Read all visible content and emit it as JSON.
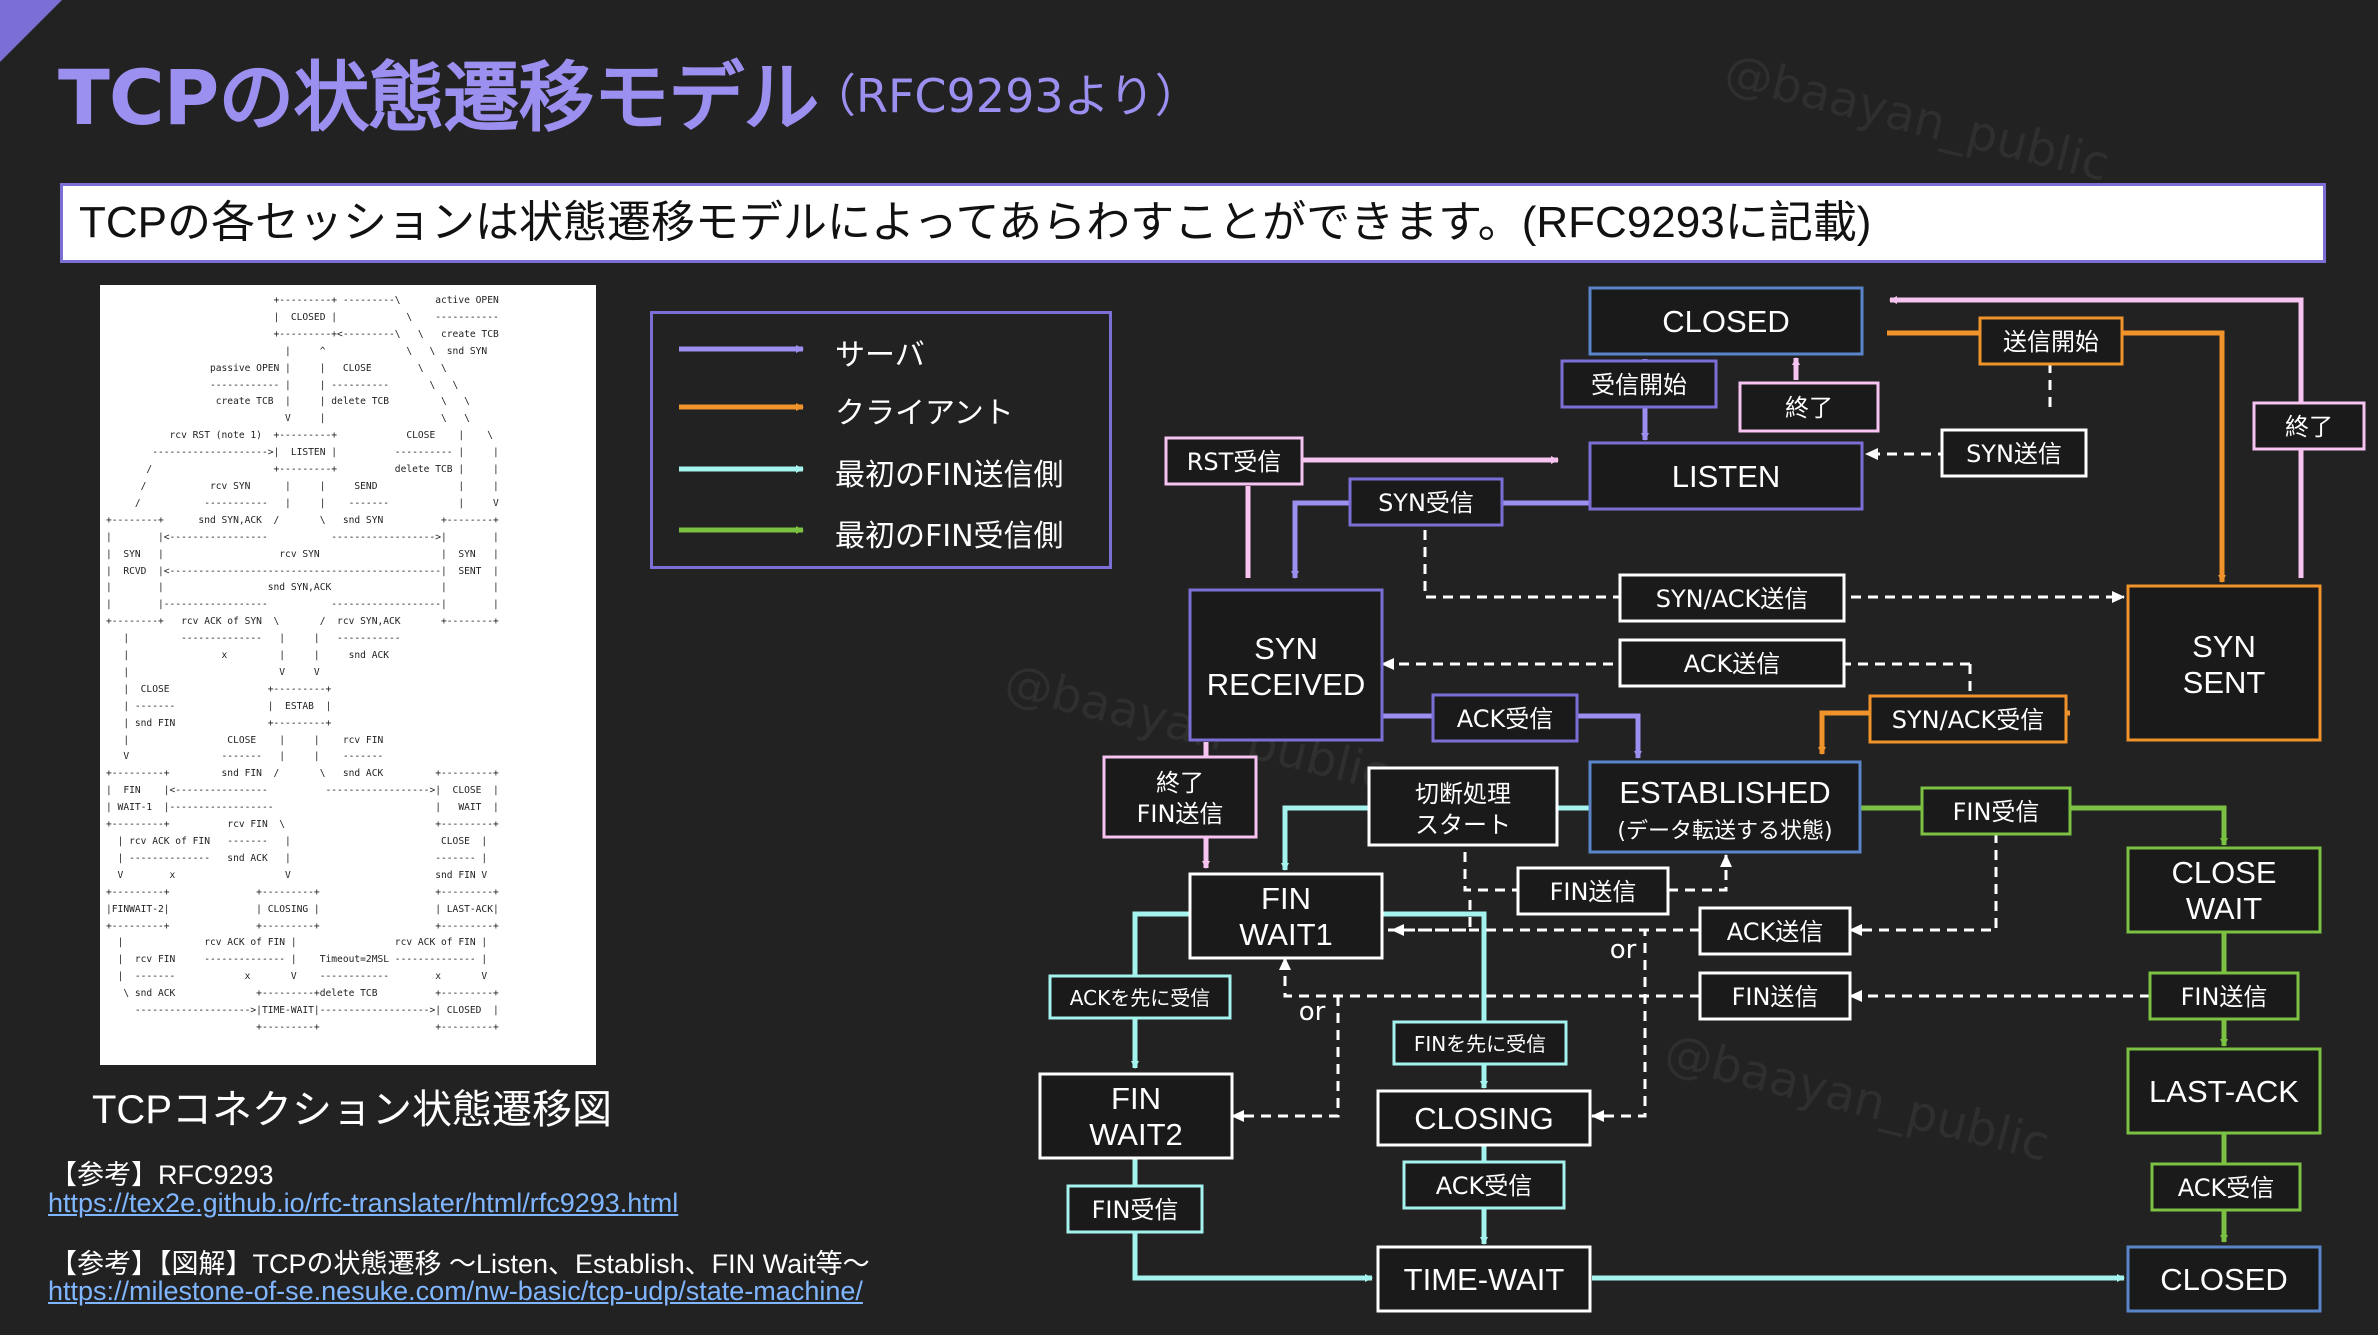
{
  "page": {
    "title": "TCPの状態遷移モデル",
    "subtitle": "（RFC9293より）",
    "banner": "TCPの各セッションは状態遷移モデルによってあらわすことができます。(RFC9293に記載)",
    "watermark": "@baayan_public"
  },
  "left_panel": {
    "rfc_diagram_text": "                             +---------+ ---------\\      active OPEN\n                             |  CLOSED |            \\    -----------\n                             +---------+<---------\\   \\   create TCB\n                               |     ^              \\   \\  snd SYN\n                  passive OPEN |     |   CLOSE        \\   \\\n                  ------------ |     | ----------       \\   \\\n                   create TCB  |     | delete TCB         \\   \\\n                               V     |                    \\   \\\n           rcv RST (note 1)  +---------+            CLOSE    |    \\\n        -------------------->|  LISTEN |          ---------- |     |\n       /                     +---------+          delete TCB |     |\n      /           rcv SYN      |     |     SEND              |     |\n     /           -----------   |     |    -------            |     V\n+--------+      snd SYN,ACK  /       \\   snd SYN          +--------+\n|        |<-----------------           ------------------>|        |\n|  SYN   |                    rcv SYN                     |  SYN   |\n|  RCVD  |<-----------------------------------------------|  SENT  |\n|        |                  snd SYN,ACK                   |        |\n|        |------------------           -------------------|        |\n+--------+   rcv ACK of SYN  \\       /  rcv SYN,ACK       +--------+\n   |         --------------   |     |   -----------\n   |                x         |     |     snd ACK\n   |                          V     V\n   |  CLOSE                 +---------+\n   | -------                |  ESTAB  |\n   | snd FIN                +---------+\n   |                 CLOSE    |     |    rcv FIN\n   V                -------   |     |    -------\n+---------+         snd FIN  /       \\   snd ACK         +---------+\n|  FIN    |<----------------          ------------------>|  CLOSE  |\n| WAIT-1  |------------------                            |   WAIT  |\n+---------+          rcv FIN  \\                          +---------+\n  | rcv ACK of FIN   -------   |                          CLOSE  |\n  | --------------   snd ACK   |                         ------- |\n  V        x                   V                         snd FIN V\n+---------+               +---------+                    +---------+\n|FINWAIT-2|               | CLOSING |                    | LAST-ACK|\n+---------+               +---------+                    +---------+\n  |              rcv ACK of FIN |                 rcv ACK of FIN |\n  |  rcv FIN     -------------- |    Timeout=2MSL -------------- |\n  |  -------            x       V    ------------        x       V\n   \\ snd ACK              +---------+delete TCB          +---------+\n     -------------------->|TIME-WAIT|------------------->| CLOSED  |\n                          +---------+                    +---------+",
    "caption": "TCPコネクション状態遷移図",
    "ref1_label": "【参考】RFC9293",
    "ref1_url": "https://tex2e.github.io/rfc-translater/html/rfc9293.html",
    "ref2_label": "【参考】【図解】TCPの状態遷移 ～Listen、Establish、FIN Wait等～",
    "ref2_url": "https://milestone-of-se.nesuke.com/nw-basic/tcp-udp/state-machine/"
  },
  "legend": {
    "items": [
      {
        "label": "サーバ",
        "color": "#9b8ff0"
      },
      {
        "label": "クライアント",
        "color": "#f0932b"
      },
      {
        "label": "最初のFIN送信側",
        "color": "#a5f3ee"
      },
      {
        "label": "最初のFIN受信側",
        "color": "#7cc242"
      }
    ]
  },
  "colors": {
    "server": "#9b8ff0",
    "client": "#f0932b",
    "fin_sender": "#a5f3ee",
    "fin_receiver": "#7cc242",
    "pink": "#f7c3f0",
    "blue_border": "#5a86c9",
    "dashed": "#ffffff"
  },
  "states": {
    "closed_top": "CLOSED",
    "listen": "LISTEN",
    "syn_received": [
      "SYN",
      "RECEIVED"
    ],
    "syn_sent": [
      "SYN",
      "SENT"
    ],
    "established": "ESTABLISHED",
    "established_note": "(データ転送する状態)",
    "fin_wait1": [
      "FIN",
      "WAIT1"
    ],
    "fin_wait2": [
      "FIN",
      "WAIT2"
    ],
    "closing": "CLOSING",
    "time_wait": "TIME-WAIT",
    "close_wait": [
      "CLOSE",
      "WAIT"
    ],
    "last_ack": "LAST-ACK",
    "closed_bottom": "CLOSED"
  },
  "events": {
    "recv_start": "受信開始",
    "end_top": "終了",
    "send_start": "送信開始",
    "end_right": "終了",
    "syn_send": "SYN送信",
    "rst_recv": "RST受信",
    "syn_recv": "SYN受信",
    "synack_send": "SYN/ACK送信",
    "ack_send": "ACK送信",
    "ack_recv": "ACK受信",
    "synack_recv": "SYN/ACK受信",
    "end_fin_send": [
      "終了",
      "FIN送信"
    ],
    "close_start": [
      "切断処理",
      "スタート"
    ],
    "fin_recv_established": "FIN受信",
    "fin_send_established": "FIN送信",
    "ack_send_closewait": "ACK送信",
    "or1": "or",
    "fin_send_mid": "FIN送信",
    "or2": "or",
    "ack_first": "ACKを先に受信",
    "fin_first": "FINを先に受信",
    "fin_send_closewait": "FIN送信",
    "ack_recv_closing": "ACK受信",
    "fin_recv_wait2": "FIN受信",
    "ack_recv_lastack": "ACK受信"
  }
}
